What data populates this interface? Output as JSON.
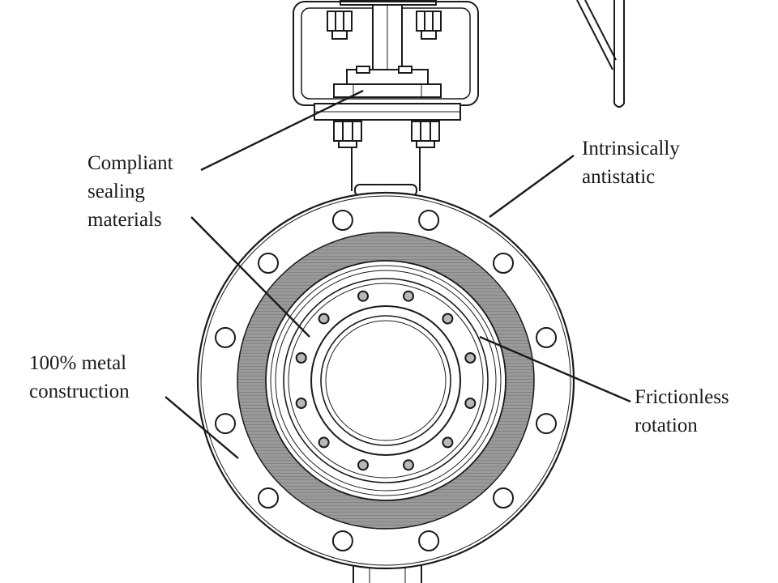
{
  "callouts": {
    "compliant_sealing": [
      "Compliant",
      "sealing",
      "materials"
    ],
    "antistatic": [
      "Intrinsically",
      "antistatic"
    ],
    "metal_construction": [
      "100% metal",
      "construction"
    ],
    "frictionless_rotation": [
      "Frictionless",
      "rotation"
    ]
  },
  "colors": {
    "line": "#1a1a1a",
    "background": "#ffffff",
    "seal_band": "#8c8c8c"
  },
  "drawing": {
    "flange_bolt_holes": 12,
    "disc_bolts": 12
  }
}
